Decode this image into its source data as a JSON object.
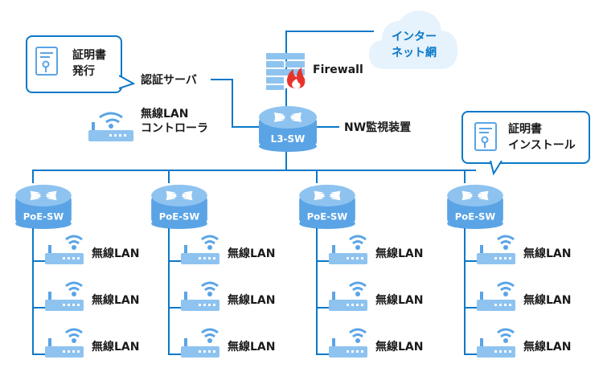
{
  "cloud": {
    "line1": "インター",
    "line2": "ネット網"
  },
  "firewall": {
    "label": "Firewall"
  },
  "auth_server": {
    "label": "認証サーバ"
  },
  "controller": {
    "line1": "無線LAN",
    "line2": "コントローラ"
  },
  "core_switch": {
    "label": "L3-SW"
  },
  "monitor": {
    "label": "NW監視装置"
  },
  "callout_issue": {
    "line1": "証明書",
    "line2": "発行"
  },
  "callout_install": {
    "line1": "証明書",
    "line2": "インストール"
  },
  "poe_switches": [
    {
      "label": "PoE-SW",
      "aps": [
        "無線LAN",
        "無線LAN",
        "無線LAN"
      ]
    },
    {
      "label": "PoE-SW",
      "aps": [
        "無線LAN",
        "無線LAN",
        "無線LAN"
      ]
    },
    {
      "label": "PoE-SW",
      "aps": [
        "無線LAN",
        "無線LAN",
        "無線LAN"
      ]
    },
    {
      "label": "PoE-SW",
      "aps": [
        "無線LAN",
        "無線LAN",
        "無線LAN"
      ]
    }
  ],
  "colors": {
    "line": "#0a78c8",
    "device": "#8ec3f0",
    "device_dark": "#5aa4e6",
    "cloud": "#e6f2fc",
    "flame": "#e8332a"
  }
}
